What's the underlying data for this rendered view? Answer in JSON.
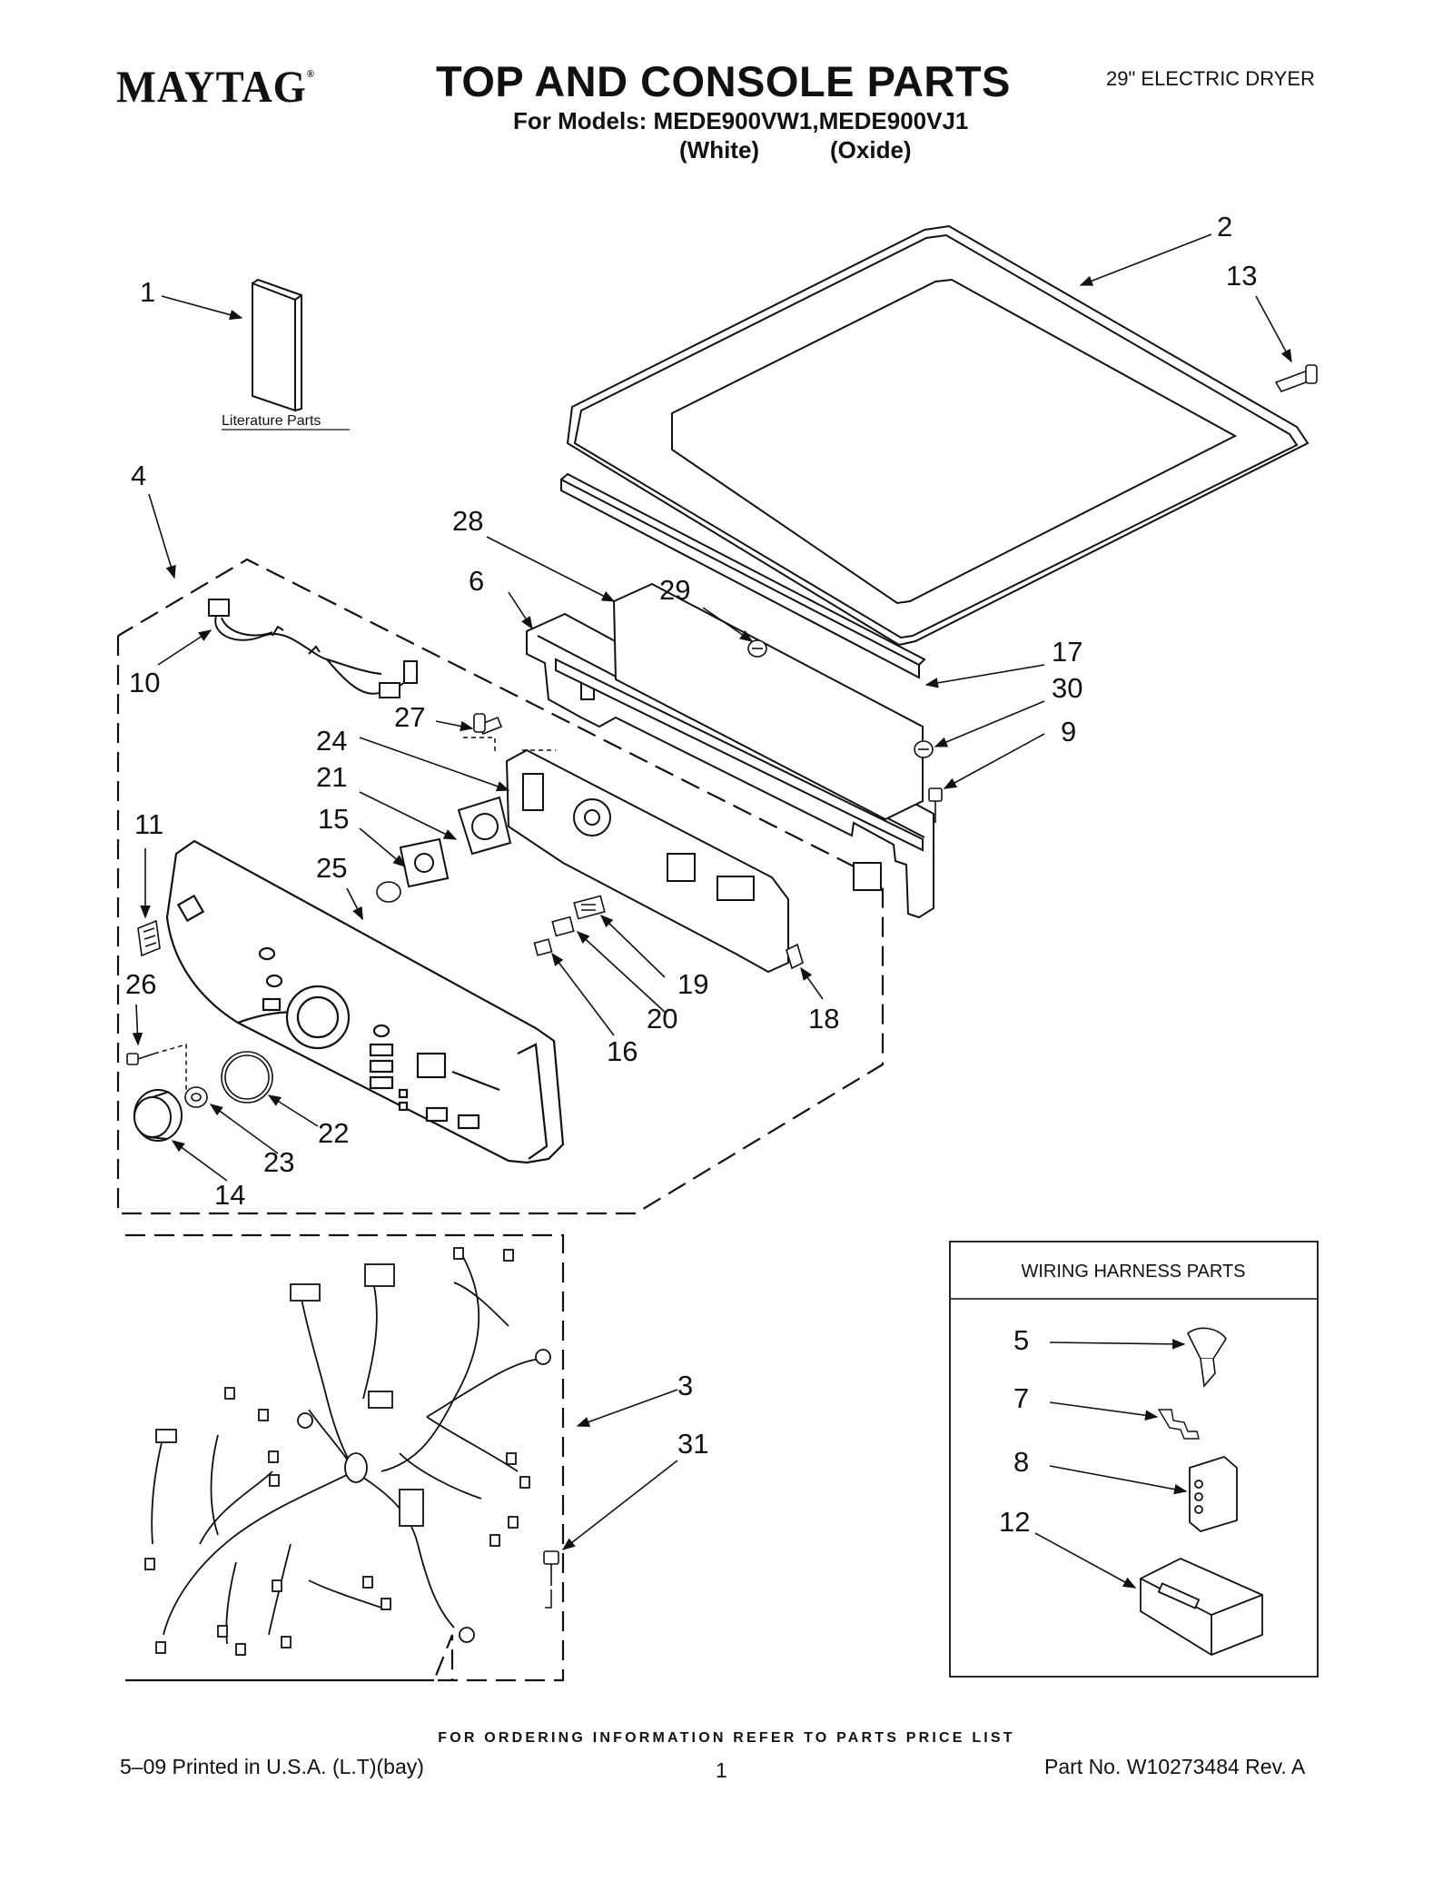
{
  "header": {
    "brand": "MAYTAG",
    "registered_mark": "®",
    "title": "TOP AND CONSOLE PARTS",
    "models_line": "For Models: MEDE900VW1,MEDE900VJ1",
    "variant_white": "(White)",
    "variant_oxide": "(Oxide)",
    "product_type": "29\" ELECTRIC DRYER"
  },
  "diagram": {
    "literature_label": "Literature Parts",
    "wiring_box_title": "WIRING HARNESS PARTS",
    "callouts": {
      "c1": "1",
      "c2": "2",
      "c3": "3",
      "c4": "4",
      "c5": "5",
      "c6": "6",
      "c7": "7",
      "c8": "8",
      "c9": "9",
      "c10": "10",
      "c11": "11",
      "c12": "12",
      "c13": "13",
      "c14": "14",
      "c15": "15",
      "c16": "16",
      "c17": "17",
      "c18": "18",
      "c19": "19",
      "c20": "20",
      "c21": "21",
      "c22": "22",
      "c23": "23",
      "c24": "24",
      "c25": "25",
      "c26": "26",
      "c27": "27",
      "c28": "28",
      "c29": "29",
      "c30": "30",
      "c31": "31"
    }
  },
  "footer": {
    "ordering_note": "FOR ORDERING INFORMATION REFER TO PARTS PRICE LIST",
    "print_info": "5–09 Printed in U.S.A. (L.T)(bay)",
    "page_number": "1",
    "part_number": "Part No. W10273484 Rev. A"
  }
}
